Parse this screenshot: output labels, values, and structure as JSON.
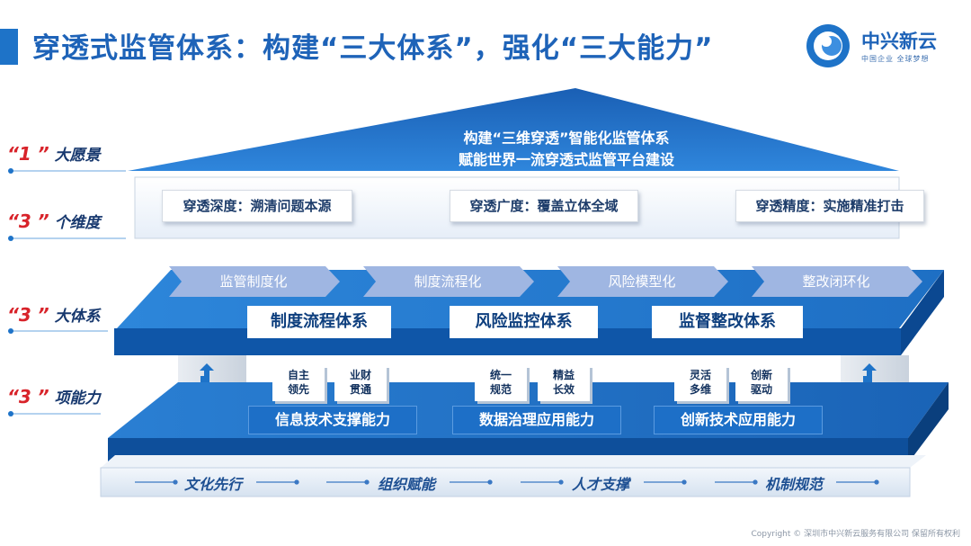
{
  "title": "穿透式监管体系：构建“三大体系”，强化“三大能力”",
  "logo": {
    "name": "中兴新云",
    "tagline": "中国企业 全球梦想"
  },
  "left_labels": [
    {
      "num": "“1 ”",
      "text": "大愿景"
    },
    {
      "num": "“3 ”",
      "text": "个维度"
    },
    {
      "num": "“3 ”",
      "text": "大体系"
    },
    {
      "num": "“3 ”",
      "text": "项能力"
    }
  ],
  "vision": {
    "line1": "构建“三维穿透”智能化监管体系",
    "line2": "赋能世界一流穿透式监管平台建设"
  },
  "dimensions": [
    "穿透深度：溯清问题本源",
    "穿透广度：覆盖立体全域",
    "穿透精度：实施精准打击"
  ],
  "chevrons": [
    "监管制度化",
    "制度流程化",
    "风险模型化",
    "整改闭环化"
  ],
  "systems": [
    "制度流程体系",
    "风险监控体系",
    "监督整改体系"
  ],
  "capabilities": [
    {
      "label": "信息技术支撑能力",
      "cubes": [
        [
          "自主",
          "领先"
        ],
        [
          "业财",
          "贯通"
        ]
      ]
    },
    {
      "label": "数据治理应用能力",
      "cubes": [
        [
          "统一",
          "规范"
        ],
        [
          "精益",
          "长效"
        ]
      ]
    },
    {
      "label": "创新技术应用能力",
      "cubes": [
        [
          "灵活",
          "多维"
        ],
        [
          "创新",
          "驱动"
        ]
      ]
    }
  ],
  "foundation": [
    "文化先行",
    "组织赋能",
    "人才支撑",
    "机制规范"
  ],
  "copyright": "Copyright © 深圳市中兴新云服务有限公司 保留所有权利",
  "colors": {
    "primary": "#1e73c8",
    "dark": "#0f4f9c",
    "accent_red": "#d8232a"
  }
}
